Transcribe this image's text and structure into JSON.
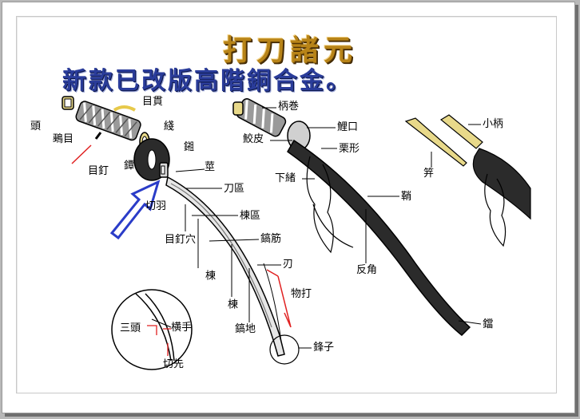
{
  "title": "打刀諸元",
  "subtitle": "新款已改版高階銅合金。",
  "labels": {
    "kashira": "頭",
    "shitodome": "鵐目",
    "menuki": "目貫",
    "ito": "綫",
    "mekugi": "目釘",
    "tsuba": "鐔",
    "habaki": "鎺",
    "seppa": "切羽",
    "nakago": "莖",
    "hamachi": "刀區",
    "munemachi": "棟區",
    "shinogi": "鎬筋",
    "mekugiana": "目釘穴",
    "mune_vertical": "棟",
    "mune": "棟",
    "shinogiji": "鎬地",
    "ha": "刃",
    "monouchi": "物打",
    "kissaki": "鋒子",
    "mitsukashira": "三頭",
    "yokote": "横手",
    "kissaki_tip": "切先",
    "tsukamaki": "柄巻",
    "samegawa": "鮫皮",
    "koiguchi": "鯉口",
    "kurikata": "栗形",
    "sageo": "下緒",
    "saya": "鞘",
    "sori": "反角",
    "kojiri": "鐺",
    "kozuka": "小柄",
    "kogai": "笄"
  },
  "colors": {
    "title": "#b88418",
    "subtitle": "#2a3c9a",
    "arrow": "#2a3cc8",
    "red_marker": "#e02020",
    "saya": "#2b2b2b"
  }
}
